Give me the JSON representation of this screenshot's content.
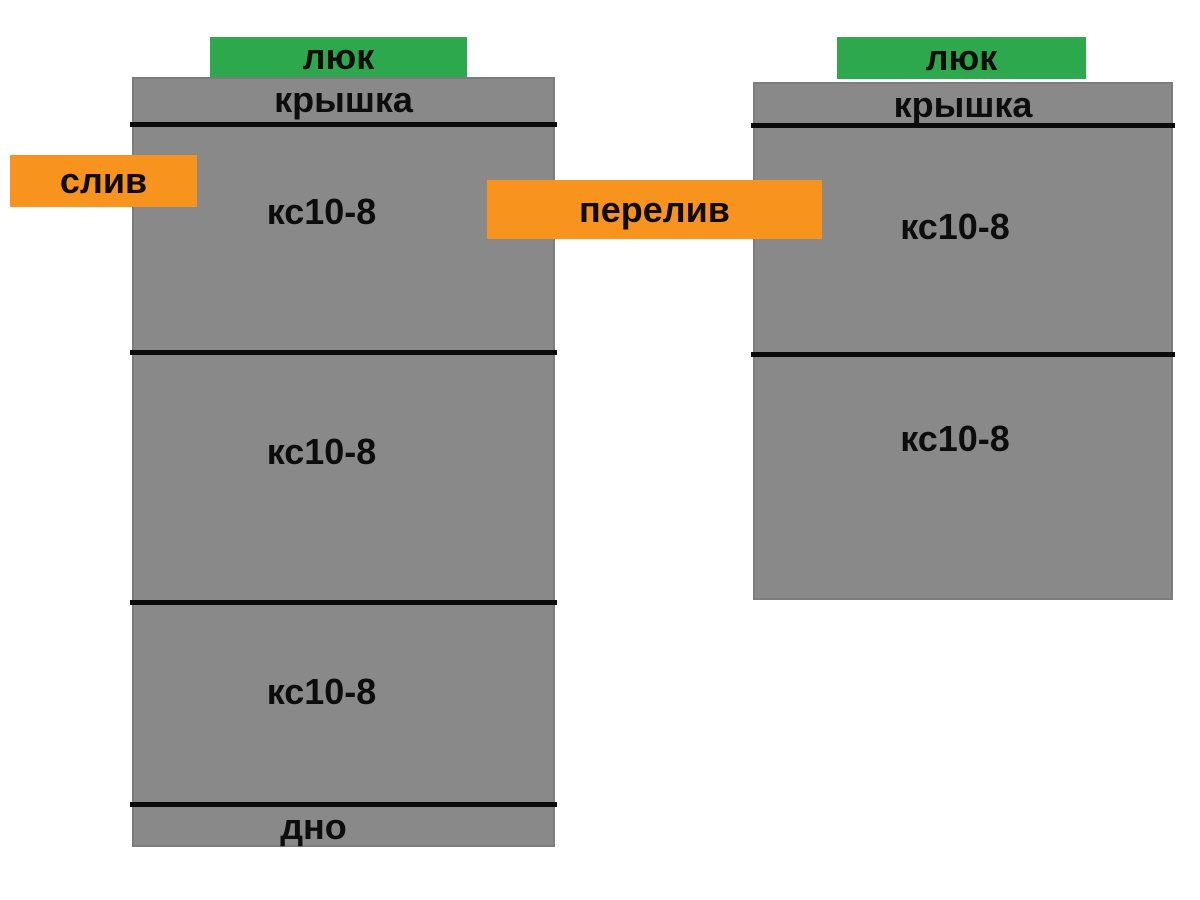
{
  "diagram_title": "septic-tank-concrete-rings-scheme",
  "colors": {
    "hatch_green": "#2ea84c",
    "pipe_orange": "#f8941e",
    "tank_gray": "#898989",
    "divider_black": "#0a0a0a",
    "background": "#ffffff"
  },
  "left_tank": {
    "hatch_label": "люк",
    "cover_label": "крышка",
    "rings": [
      "кс10-8",
      "кс10-8",
      "кс10-8"
    ],
    "bottom_label": "дно"
  },
  "right_tank": {
    "hatch_label": "люк",
    "cover_label": "крышка",
    "rings": [
      "кс10-8",
      "кс10-8"
    ]
  },
  "pipes": {
    "drain_label": "слив",
    "overflow_label": "перелив"
  }
}
